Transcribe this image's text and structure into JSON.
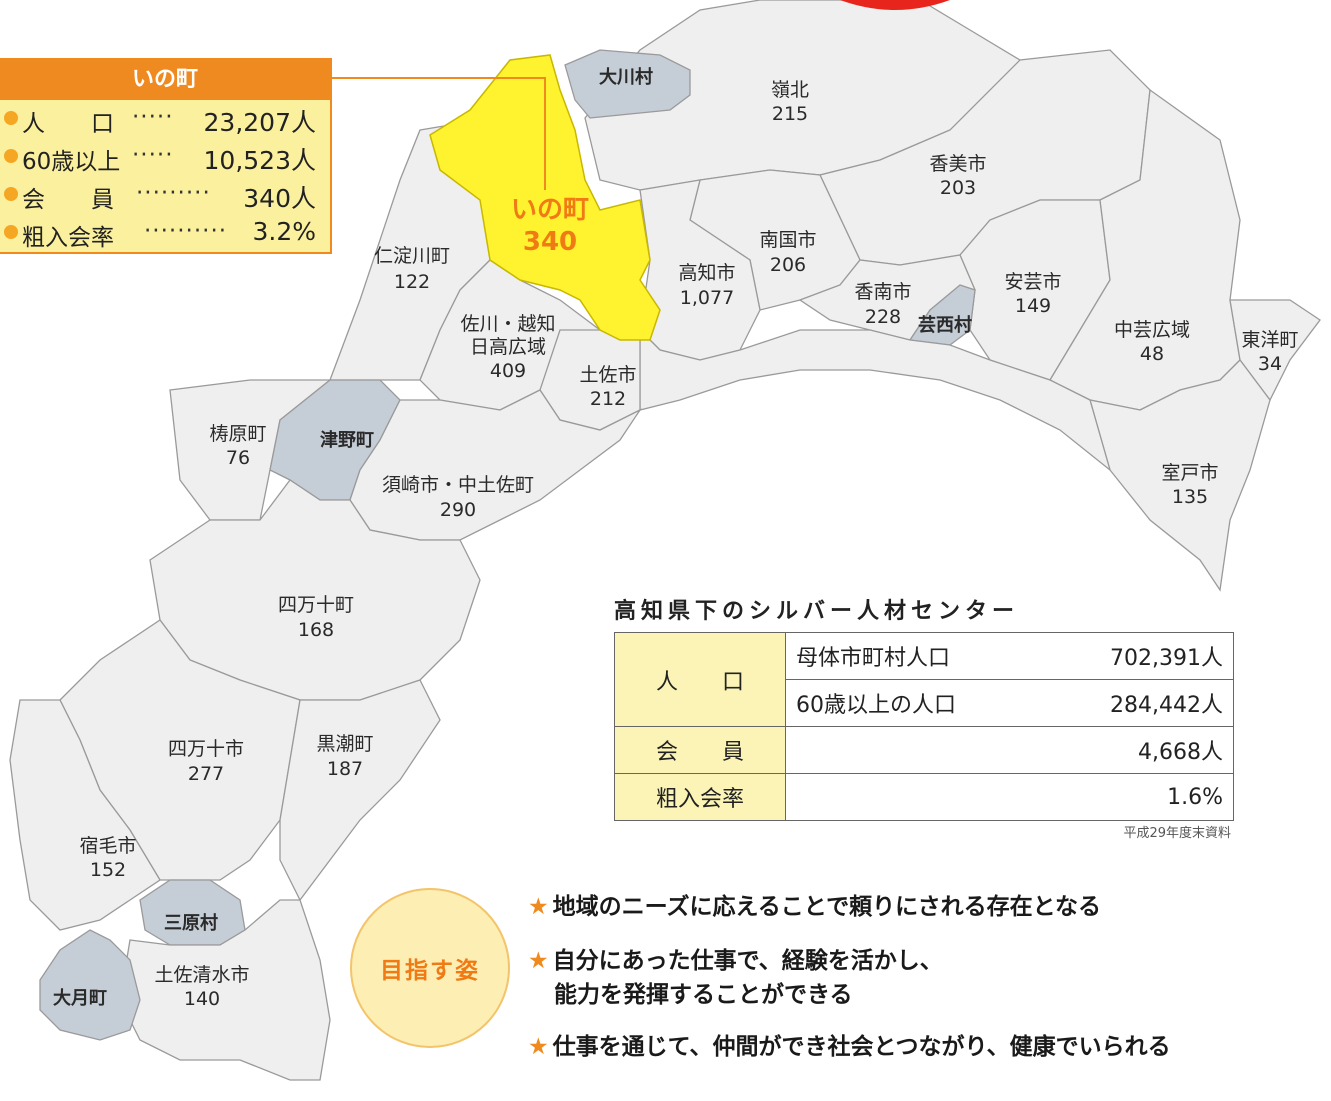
{
  "map": {
    "regions": {
      "okawa": "大川村",
      "reihoku_name": "嶺北",
      "reihoku_val": "215",
      "kami_name": "香美市",
      "kami_val": "203",
      "ino_name": "いの町",
      "ino_val": "340",
      "niyodogawa_name": "仁淀川町",
      "niyodogawa_val": "122",
      "nankoku_name": "南国市",
      "nankoku_val": "206",
      "kochi_name": "高知市",
      "kochi_val": "1,077",
      "konan_name": "香南市",
      "konan_val": "228",
      "geisei": "芸西村",
      "aki_name": "安芸市",
      "aki_val": "149",
      "chugei_name": "中芸広域",
      "chugei_val": "48",
      "toyo_name": "東洋町",
      "toyo_val": "34",
      "sakawa_name1": "佐川・越知",
      "sakawa_name2": "日高広域",
      "sakawa_val": "409",
      "tosa_name": "土佐市",
      "tosa_val": "212",
      "yusuhara_name": "梼原町",
      "yusuhara_val": "76",
      "tsuno": "津野町",
      "susaki_name": "須崎市・中土佐町",
      "susaki_val": "290",
      "muroto_name": "室戸市",
      "muroto_val": "135",
      "shimanto_town_name": "四万十町",
      "shimanto_town_val": "168",
      "shimanto_city_name": "四万十市",
      "shimanto_city_val": "277",
      "kuroshio_name": "黒潮町",
      "kuroshio_val": "187",
      "sukumo_name": "宿毛市",
      "sukumo_val": "152",
      "mihara": "三原村",
      "otsuki": "大月町",
      "tosashimizu_name": "土佐清水市",
      "tosashimizu_val": "140"
    },
    "colors": {
      "region": "#efefef",
      "village": "#c5cdd6",
      "highlight": "#fff22e",
      "border": "#9a9a9a"
    }
  },
  "info_box": {
    "title": "いの町",
    "rows": [
      {
        "label": "人　　口",
        "dots": "·····",
        "value": "23,207人"
      },
      {
        "label": "60歳以上",
        "dots": "·····",
        "value": "10,523人"
      },
      {
        "label": "会　　員",
        "dots": "·········",
        "value": "340人"
      },
      {
        "label": "粗入会率",
        "dots": "··········",
        "value": "3.2%"
      }
    ],
    "colors": {
      "header": "#ef8a20",
      "bg": "#fbf09e",
      "dot": "#f5a623"
    }
  },
  "table": {
    "title": "高知県下のシルバー人材センター",
    "pop_header": "人　　口",
    "pop_rows": [
      {
        "label": "母体市町村人口",
        "value": "702,391人"
      },
      {
        "label": "60歳以上の人口",
        "value": "284,442人"
      }
    ],
    "member_header": "会　　員",
    "member_value": "4,668人",
    "rate_header": "粗入会率",
    "rate_value": "1.6%",
    "source": "平成29年度末資料"
  },
  "goals": {
    "circle_label": "目指す姿",
    "star": "★",
    "items": [
      "地域のニーズに応えることで頼りにされる存在となる",
      "自分にあった仕事で、経験を活かし、",
      "能力を発揮することができる",
      "仕事を通じて、仲間ができ社会とつながり、健康でいられる"
    ]
  }
}
